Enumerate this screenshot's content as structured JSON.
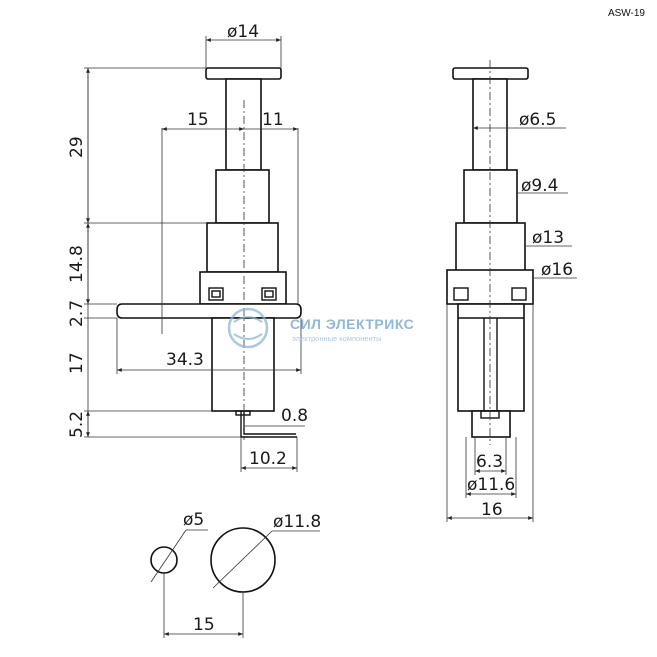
{
  "model_code": "ASW-19",
  "side_view": {
    "dim_head_diameter": "ø14",
    "dim_left_offset": "15",
    "dim_right_offset": "11",
    "dim_height_upper": "29",
    "dim_height_body": "14.8",
    "dim_flange_thickness": "2.7",
    "dim_lower_body": "17",
    "dim_terminal": "5.2",
    "dim_flange_width": "34.3",
    "dim_terminal_thickness": "0.8",
    "dim_terminal_width": "10.2"
  },
  "front_view": {
    "dim_stem_diameter": "ø6.5",
    "dim_collar_diameter": "ø9.4",
    "dim_thread_diameter": "ø13",
    "dim_nut_diameter": "ø16",
    "dim_pin_width": "6.3",
    "dim_base_diameter": "ø11.6",
    "dim_overall_width": "16"
  },
  "mounting_holes": {
    "dim_small_hole": "ø5",
    "dim_large_hole": "ø11.8",
    "dim_center_spacing": "15"
  },
  "watermark": {
    "brand": "СИЛ ЭЛЕКТРИКС",
    "tagline": "электронные компоненты"
  }
}
